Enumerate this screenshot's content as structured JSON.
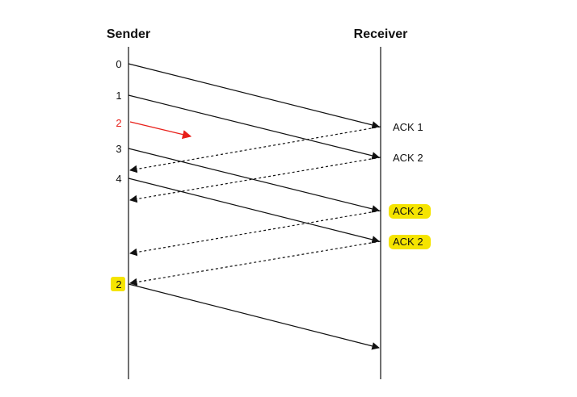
{
  "sender_title": "Sender",
  "receiver_title": "Receiver",
  "colors": {
    "line": "#111111",
    "lost": "#e8201a",
    "highlight": "#f5e400"
  },
  "packets": [
    {
      "label": "0",
      "status": "delivered",
      "highlight": false
    },
    {
      "label": "1",
      "status": "delivered",
      "highlight": false
    },
    {
      "label": "2",
      "status": "lost",
      "highlight": false
    },
    {
      "label": "3",
      "status": "delivered",
      "highlight": false
    },
    {
      "label": "4",
      "status": "delivered",
      "highlight": false
    },
    {
      "label": "2",
      "status": "retransmitted",
      "highlight": true
    }
  ],
  "acks": [
    {
      "label": "ACK 1",
      "highlight": false
    },
    {
      "label": "ACK 2",
      "highlight": false
    },
    {
      "label": "ACK 2",
      "highlight": true
    },
    {
      "label": "ACK 2",
      "highlight": true
    }
  ]
}
